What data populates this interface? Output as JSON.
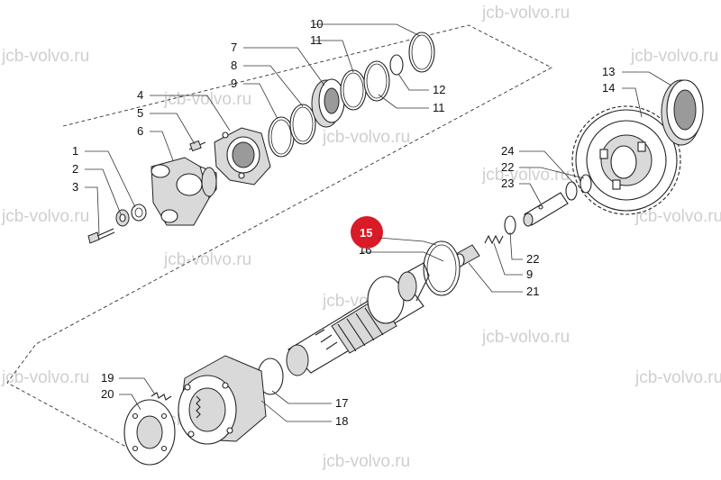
{
  "watermark": "jcb-volvo.ru",
  "labels": {
    "p1": "1",
    "p2": "2",
    "p3": "3",
    "p4": "4",
    "p5": "5",
    "p6": "6",
    "p7": "7",
    "p8": "8",
    "p9a": "9",
    "p9b": "9",
    "p10": "10",
    "p11a": "11",
    "p11b": "11",
    "p12": "12",
    "p13": "13",
    "p14": "14",
    "p15": "15",
    "p16": "16",
    "p17": "17",
    "p18": "18",
    "p19": "19",
    "p20": "20",
    "p21": "21",
    "p22a": "22",
    "p22b": "22",
    "p23": "23",
    "p24": "24"
  },
  "highlight_color": "#d81b27"
}
